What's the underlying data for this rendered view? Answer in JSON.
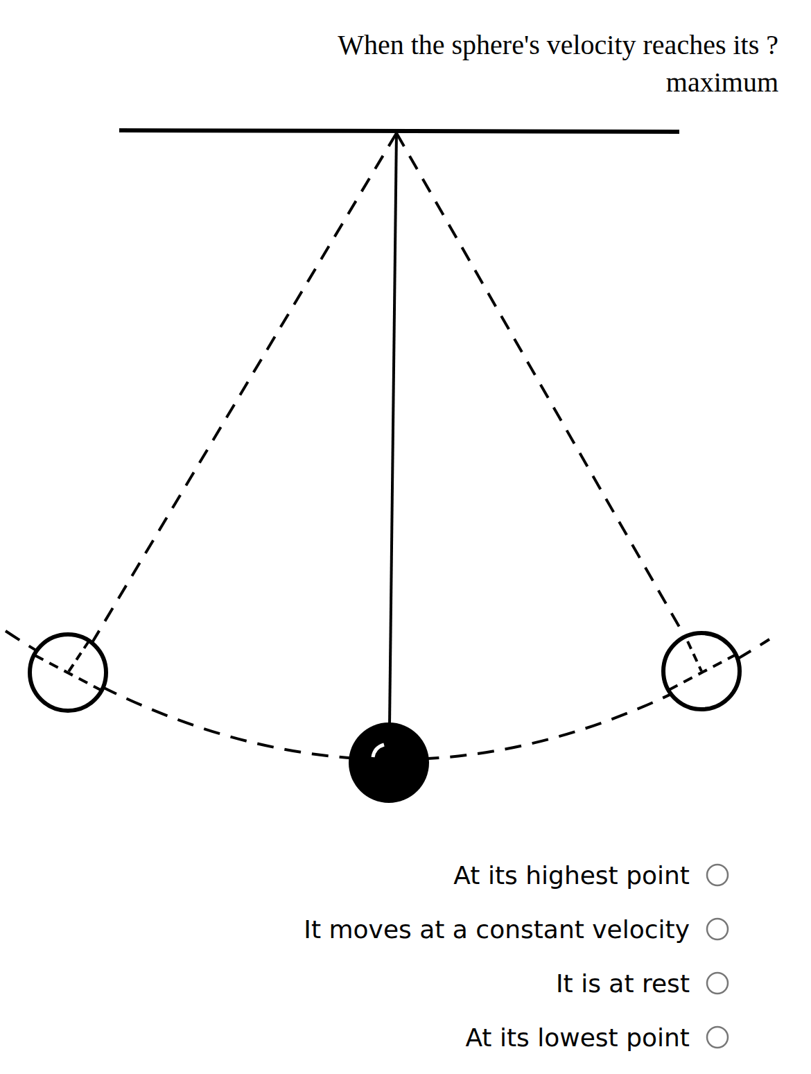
{
  "diagram": {
    "title": "When the sphere's velocity reaches its ?maximum",
    "labels": [
      "At its highest point",
      "It moves at a constant velocity",
      "It is at rest",
      "At its lowest point"
    ]
  }
}
